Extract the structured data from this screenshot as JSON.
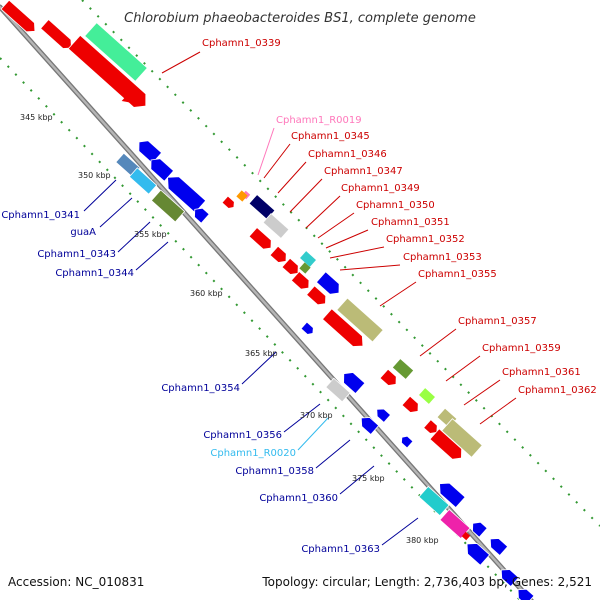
{
  "title": "Chlorobium phaeobacteroides BS1, complete genome",
  "footer": {
    "accession": "Accession: NC_010831",
    "topology": "Topology: circular; Length: 2,736,403 bp; Genes: 2,521"
  },
  "colors": {
    "forward_label": "#cc0000",
    "reverse_label": "#000099",
    "rna_forward_label": "#ff77bb",
    "rna_reverse_label": "#33bbee",
    "backbone": "#999999",
    "tick_dots": "#339933"
  },
  "scale_ticks": [
    "345 kbp",
    "350 kbp",
    "355 kbp",
    "360 kbp",
    "365 kbp",
    "370 kbp",
    "375 kbp",
    "380 kbp"
  ],
  "genes_forward": [
    {
      "label": "Cphamn1_0339"
    },
    {
      "label": "Cphamn1_R0019"
    },
    {
      "label": "Cphamn1_0345"
    },
    {
      "label": "Cphamn1_0346"
    },
    {
      "label": "Cphamn1_0347"
    },
    {
      "label": "Cphamn1_0349"
    },
    {
      "label": "Cphamn1_0350"
    },
    {
      "label": "Cphamn1_0351"
    },
    {
      "label": "Cphamn1_0352"
    },
    {
      "label": "Cphamn1_0353"
    },
    {
      "label": "Cphamn1_0355"
    },
    {
      "label": "Cphamn1_0357"
    },
    {
      "label": "Cphamn1_0359"
    },
    {
      "label": "Cphamn1_0361"
    },
    {
      "label": "Cphamn1_0362"
    }
  ],
  "genes_reverse": [
    {
      "label": "Cphamn1_0341"
    },
    {
      "label": "guaA"
    },
    {
      "label": "Cphamn1_0343"
    },
    {
      "label": "Cphamn1_0344"
    },
    {
      "label": "Cphamn1_0354"
    },
    {
      "label": "Cphamn1_0356"
    },
    {
      "label": "Cphamn1_R0020"
    },
    {
      "label": "Cphamn1_0358"
    },
    {
      "label": "Cphamn1_0360"
    },
    {
      "label": "Cphamn1_0363"
    }
  ]
}
